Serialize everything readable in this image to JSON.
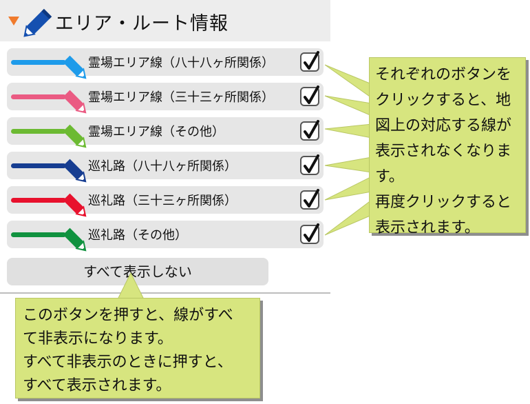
{
  "header": {
    "title": "エリア・ルート情報",
    "toggle_icon": "triangle-down-icon",
    "icon": "pencil-icon"
  },
  "rows": [
    {
      "label": "霊場エリア線（八十八ヶ所関係）",
      "color": "#1e9bea",
      "checked": true
    },
    {
      "label": "霊場エリア線（三十三ヶ所関係）",
      "color": "#ea5a82",
      "checked": true
    },
    {
      "label": "霊場エリア線（その他）",
      "color": "#6cba32",
      "checked": true
    },
    {
      "label": "巡礼路（八十八ヶ所関係）",
      "color": "#163d91",
      "checked": true
    },
    {
      "label": "巡礼路（三十三ヶ所関係）",
      "color": "#e8112d",
      "checked": true
    },
    {
      "label": "巡礼路（その他）",
      "color": "#10923f",
      "checked": true
    }
  ],
  "hide_all_button": {
    "label": "すべて表示しない"
  },
  "callout_toggle": {
    "lines": [
      "それぞれのボタンを",
      "クリックすると、地",
      "図上の対応する線が",
      "表示されなくなりま",
      "す。",
      "再度クリックすると",
      "表示されます。"
    ]
  },
  "callout_hide_all": {
    "lines": [
      "このボタンを押すと、線がすべ",
      "て非表示になります。",
      "すべて非表示のときに押すと、",
      "すべて表示されます。"
    ]
  },
  "colors": {
    "accent_orange": "#f07b2d",
    "header_icon_blue": "#1550b0",
    "callout_bg": "#d7e57f",
    "row_bg": "#e6e6e6"
  }
}
